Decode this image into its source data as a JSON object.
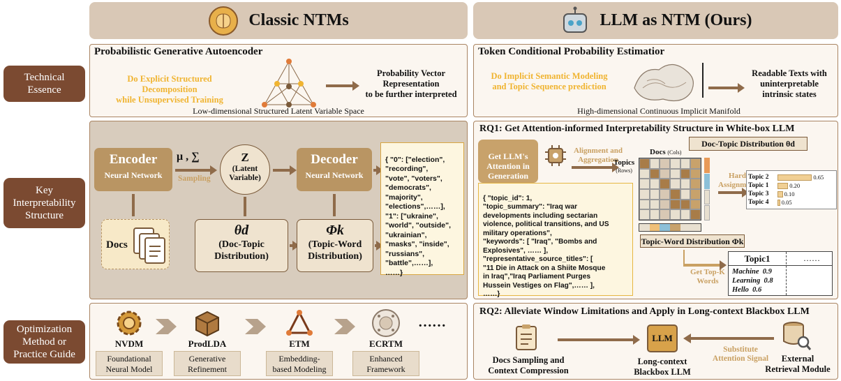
{
  "headers": {
    "classic": "Classic NTMs",
    "llm": "LLM as NTM (Ours)"
  },
  "rows": {
    "technical": "Technical\nEssence",
    "key": "Key\nInterpretability\nStructure",
    "opt": "Optimization\nMethod or\nPractice Guide"
  },
  "tech_left": {
    "title": "Probabilistic Generative Autoencoder",
    "yellow": "Do Explicit Structured Decomposition\nwhile Unsupervised Training",
    "result": "Probability Vector\nRepresentation\nto be further interpreted",
    "caption": "Low-dimensional Structured Latent Variable Space"
  },
  "tech_right": {
    "title": "Token Conditional Probability Estimatior",
    "yellow": "Do Implicit Semantic Modeling\nand Topic Sequence prediction",
    "result": "Readable Texts with\nuninterpretable\nintrinsic states",
    "caption": "High-dimensional Continuous Implicit Manifold"
  },
  "key_left": {
    "encoder": "Encoder",
    "encoder_sub": "Neural Network",
    "mu_sigma": "μ , ∑",
    "sampling": "Sampling",
    "z": "Z",
    "z_sub": "(Latent\nVariable)",
    "decoder": "Decoder",
    "decoder_sub": "Neural Network",
    "docs": "Docs",
    "theta": "θd",
    "theta_sub": "(Doc-Topic\nDistribution)",
    "phi": "Φk",
    "phi_sub": "(Topic-Word\nDistribution)",
    "json": "{ \"0\": [\"election\",\n\"recording\",\n\"vote\", \"voters\",\n\"democrats\",\n\"majority\",\n\"elections\",……],\n\"1\": [\"ukraine\",\n\"world\", \"outside\",\n\"ukrainian\",\n\"masks\", \"inside\",\n\"russians\",\n\"battle\",……],\n……}"
  },
  "key_right": {
    "rq1": "RQ1: Get Attention-informed Interpretability Structure in White-box LLM",
    "attn": "Get LLM's\nAttention in\nGeneration\nTime",
    "align": "Alignment and\nAggregation",
    "docs_cols": "Docs",
    "cols": "(Cols)",
    "topics_rows": "Topics",
    "rows": "(Rows)",
    "doc_topic": "Doc-Topic Distribution θd",
    "hard": "Hard\nAssignment",
    "topic_word": "Topic-Word Distribution Φk",
    "topk": "Get  Top-K\nWords",
    "json": "{ \"topic_id\": 1,\n\"topic_summary\": \"Iraq war\ndevelopments including sectarian\nviolence, political transitions, and US\nmilitary operations\",\n\"keywords\": [ \"Iraq\", \"Bombs and\nExplosives\", …… ],\n\"representative_source_titles\": [\n\"11 Die in Attack on a Shiite Mosque\nin Iraq\",\"Iraq Parliament Purges\nHussein Vestiges on Flag\",…… ],\n……}",
    "topic_table_head": "Topic1",
    "topic_table_more": "……",
    "words": [
      {
        "w": "Machine",
        "v": "0.9"
      },
      {
        "w": "Learning",
        "v": "0.8"
      },
      {
        "w": "Hello",
        "v": "0.6"
      }
    ]
  },
  "chart_data": {
    "type": "bar",
    "categories": [
      "Topic 2",
      "Topic 1",
      "Topic 3",
      "Topic 4"
    ],
    "values": [
      0.65,
      0.2,
      0.1,
      0.05
    ],
    "labels": [
      "0.65",
      "0.20",
      "0.10",
      "0.05"
    ]
  },
  "opt_left": {
    "models": [
      {
        "name": "NVDM",
        "desc": "Foundational\nNeural Model"
      },
      {
        "name": "ProdLDA",
        "desc": "Generative\nRefinement"
      },
      {
        "name": "ETM",
        "desc": "Embedding-\nbased Modeling"
      },
      {
        "name": "ECRTM",
        "desc": "Enhanced\nFramework"
      }
    ],
    "more": "……"
  },
  "opt_right": {
    "rq2": "RQ2: Alleviate Window Limitations and Apply in Long-context Blackbox LLM",
    "sampling": "Docs Sampling and\nContext Compression",
    "llm": "Long-context\nBlackbox LLM",
    "llm_chip": "LLM",
    "substitute": "Substitute\nAttention Signal",
    "retrieval": "External\nRetrieval Module"
  },
  "colors": {
    "brown": "#7b4a31",
    "yellow": "#f0b431",
    "tan": "#b99563",
    "header": "#d9c8b6"
  }
}
